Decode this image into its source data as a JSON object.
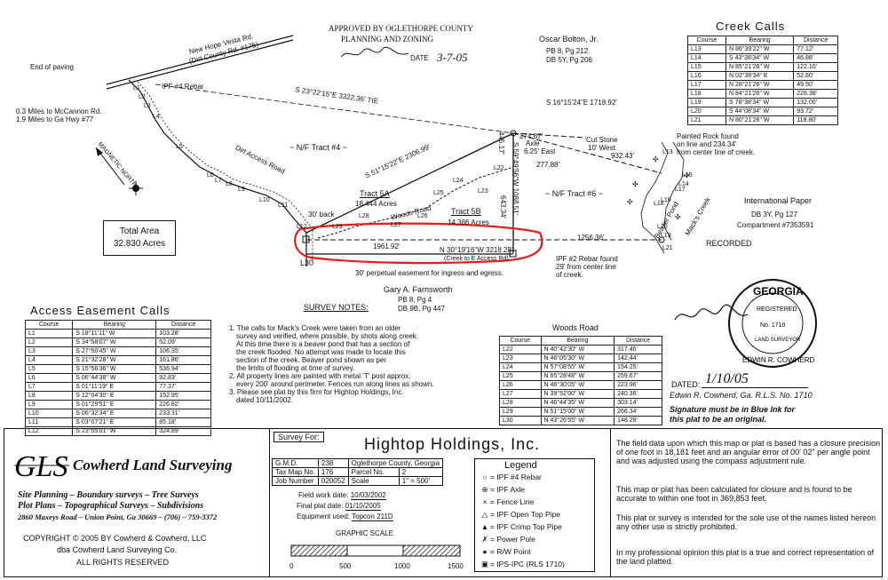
{
  "approval": {
    "line1": "APPROVED BY OGLETHORPE COUNTY",
    "line2": "PLANNING AND ZONING",
    "date_label": "DATE",
    "date_value": "3-7-05"
  },
  "owners": {
    "oscar_name": "Oscar Bolton, Jr.",
    "oscar_pb": "PB 8, Pg 212",
    "oscar_db": "DB 5Y, Pg 206",
    "gary_name": "Gary A. Farnsworth",
    "gary_pb": "PB 8, Pg 4",
    "gary_db": "DB 9B, Pg 447",
    "intl_name": "International Paper",
    "intl_db": "DB 3Y, Pg 127",
    "intl_comp": "Compartment #7353591"
  },
  "map_labels": {
    "road1": "New Hope Vesta Rd.",
    "road1_sub": "(Dirt County Rd. #175)",
    "end_paving": "End of paving",
    "ipf_rebar": "IPF #4 Rebar",
    "dist_mccannon": "0.3 Miles to McCannon Rd.",
    "dist_hwy": "1.9 Miles to Ga Hwy #77",
    "magnetic_north": "MAGNETIC NORTH",
    "tie_line": "S 23°22'15\"E 3322.36' TIE",
    "line_1718": "S 16°15'24\"E 1718.92'",
    "nf_tract4": "~ N/F Tract #4 ~",
    "nf_tract6": "~ N/F Tract #6 ~",
    "line_2306": "S 51°15'22\"E 2306.99'",
    "tract5a": "Tract 5A",
    "tract5a_acres": "18.444 Acres",
    "tract5b": "Tract 5B",
    "tract5b_acres": "14.386 Acres",
    "woods_road": "Woods Road",
    "dirt_access": "Dirt Access Road",
    "back30": "30' back",
    "dist_1961": "1961.92'",
    "line_3218": "N 30°19'16\"W 3218.28'",
    "creek_access": "(Creek to E Access Rd)",
    "easement": "30' perpetual easement for ingress and egress.",
    "dist_1256": "1256.36'",
    "line_1088": "S 59°49'56\"W 1088.51'",
    "dist_445": "445.17'",
    "dist_643": "643.34'",
    "dist_274": "274.87'",
    "dist_277": "277.88'",
    "dist_932": "932.43'",
    "axle": "Axle",
    "axle2": "6.25' East",
    "cut_stone": "Cut Stone",
    "cut_stone2": "10' West",
    "painted_rock": "Painted Rock found",
    "painted_rock2": "on line and 234.34'",
    "painted_rock3": "from center line of creek.",
    "beaver_pond": "Beaver Pond",
    "macks_creek": "Mack's Creek",
    "ipf_rebar2": "IPF #2 Rebar found",
    "ipf_rebar2b": "29' from center line",
    "ipf_rebar2c": "of creek.",
    "recorded": "RECORDED",
    "l30": "L30",
    "l1": "L1",
    "l2": "L2",
    "l3": "L3",
    "l4": "L4",
    "l5": "L5",
    "l6": "L6",
    "l7": "L7",
    "l8": "L8",
    "l9": "L9",
    "l10": "L10",
    "l11": "L11",
    "l12": "L12",
    "l13": "L13",
    "l14": "L14",
    "l15": "L15",
    "l16": "L16",
    "l17": "L17",
    "l18": "L18",
    "l19": "L19",
    "l20": "L20",
    "l21": "L21",
    "l22": "L22",
    "l23": "L23",
    "l24": "L24",
    "l25": "L25",
    "l26": "L26",
    "l27": "L27",
    "l28": "L28",
    "l29": "L29"
  },
  "total_area": {
    "label": "Total Area",
    "value": "32.830 Acres"
  },
  "creek_calls": {
    "title": "Creek Calls",
    "headers": [
      "Course",
      "Bearing",
      "Distance"
    ],
    "rows": [
      [
        "L13",
        "N 86°39'22\" W",
        "77.12'"
      ],
      [
        "L14",
        "S 43°38'34\" W",
        "46.86'"
      ],
      [
        "L15",
        "N 85°21'26\" W",
        "122.10'"
      ],
      [
        "L16",
        "N 02°38'34\" E",
        "52.80'"
      ],
      [
        "L17",
        "N 28°21'26\" W",
        "49.50'"
      ],
      [
        "L18",
        "N 84°21'26\" W",
        "226.38'"
      ],
      [
        "L19",
        "S 78°38'34\" W",
        "132.00'"
      ],
      [
        "L20",
        "S 44°08'34\" W",
        "93.72'"
      ],
      [
        "L21",
        "N 80°21'26\" W",
        "118.80'"
      ]
    ]
  },
  "access_calls": {
    "title": "Access Easement Calls",
    "headers": [
      "Course",
      "Bearing",
      "Distance"
    ],
    "rows": [
      [
        "L1",
        "S 18°11'11\" W",
        "103.28'"
      ],
      [
        "L2",
        "S 34°58'07\" W",
        "52.09'"
      ],
      [
        "L3",
        "S 27°50'45\" W",
        "106.35'"
      ],
      [
        "L4",
        "S 21°32'28\" W",
        "161.86'"
      ],
      [
        "L5",
        "S 15°56'36\" W",
        "536.94'"
      ],
      [
        "L6",
        "S 06°44'38\" W",
        "92.83'"
      ],
      [
        "L7",
        "S 01°11'19\" E",
        "77.37'"
      ],
      [
        "L8",
        "S 12°04'30\" E",
        "152.95'"
      ],
      [
        "L9",
        "S 01°29'51\" E",
        "226.82'"
      ],
      [
        "L10",
        "S 06°32'34\" E",
        "233.31'"
      ],
      [
        "L11",
        "S 03°07'21\" E",
        "85.18'"
      ],
      [
        "L12",
        "S 23°55'01\" W",
        "324.89'"
      ]
    ]
  },
  "woods_calls": {
    "title": "Woods Road",
    "headers": [
      "Course",
      "Bearing",
      "Distance"
    ],
    "rows": [
      [
        "L22",
        "N 40°42'30\" W",
        "317.46'"
      ],
      [
        "L23",
        "N 46°05'30\" W",
        "142.44'"
      ],
      [
        "L24",
        "N 57°08'55\" W",
        "154.25'"
      ],
      [
        "L25",
        "N 65°28'48\" W",
        "259.67'"
      ],
      [
        "L26",
        "N 46°30'05\" W",
        "223.96'"
      ],
      [
        "L27",
        "N 39°52'00\" W",
        "240.36'"
      ],
      [
        "L28",
        "N 46°44'35\" W",
        "303.14'"
      ],
      [
        "L29",
        "N 51°15'00\" W",
        "266.34'"
      ],
      [
        "L30",
        "N 43°26'55\" W",
        "148.29'"
      ]
    ]
  },
  "survey_notes": {
    "title": "SURVEY NOTES:",
    "n1a": "1.  The calls for Mack's Creek were taken from an older",
    "n1b": "survey and verified, where possible, by shots along creek.",
    "n1c": "At this time there is a beaver pond that has a section of",
    "n1d": "the creek flooded.  No attempt was made to locate this",
    "n1e": "section of the creek.  Beaver pond shown as per",
    "n1f": "the limits of flooding at time of survey.",
    "n2a": "2.  All property lines are painted with metal 'T' post approx.",
    "n2b": "every 200' around perimeter.  Fences run along lines as shown.",
    "n3a": "3.  Please see plat by this firm for Hightop Holdings, Inc.",
    "n3b": "dated 10/11/2002."
  },
  "signature": {
    "dated_label": "DATED:",
    "dated_value": "1/10/05",
    "surveyor": "Edwin R. Cowherd, Ga. R.L.S. No. 1710",
    "blue_ink1": "Signature must be in Blue Ink for",
    "blue_ink2": "this plat to be an original.",
    "seal_state": "GEORGIA",
    "seal_reg": "REGISTERED",
    "seal_no": "No. 1710",
    "seal_name": "EDWIN R. COWHERD",
    "seal_land": "LAND SURVEYOR"
  },
  "company": {
    "monogram": "GLS",
    "name": "Cowherd Land Surveying",
    "svc1": "Site Planning  –  Boundary surveys  –  Tree Surveys",
    "svc2": "Plot Plans  –  Topographical Surveys  –  Subdivisions",
    "svc3": "2860 Maxeys Road  –  Union Point, Ga 30669  –  (706)  –  759-3372",
    "copyright": "COPYRIGHT ©  2005 BY Cowherd & Cowherd, LLC",
    "dba": "dba Cowherd Land Surveying Co.",
    "rights": "ALL RIGHTS RESERVED"
  },
  "survey_info": {
    "survey_for_label": "Survey For:",
    "client": "Hightop Holdings, Inc.",
    "gmd_label": "G.M.D.",
    "gmd": "238",
    "county": "Oglethorpe County, Georgia",
    "tax_map_label": "Tax Map No.",
    "tax_map": "176",
    "parcel_label": "Parcel No.",
    "parcel": "2",
    "job_label": "Job Number",
    "job": "020052",
    "scale_label": "Scale",
    "scale": "1\" = 500'",
    "field_label": "Field work date:",
    "field": "10/03/2002",
    "final_label": "Final plat date:",
    "final": "01/10/2005",
    "equip_label": "Equipment used:",
    "equip": "Topcon 211D",
    "graphic_scale": "GRAPHIC SCALE",
    "scale_marks": [
      "0",
      "500",
      "1000",
      "1500"
    ]
  },
  "legend": {
    "title": "Legend",
    "items": [
      {
        "sym": "○",
        "text": "= IPF #4 Rebar"
      },
      {
        "sym": "⊕",
        "text": "= IPF Axle"
      },
      {
        "sym": "×",
        "text": "= Fence Line"
      },
      {
        "sym": "△",
        "text": "= IPF Open Top Pipe"
      },
      {
        "sym": "▲",
        "text": "= IPF Crimp Top Pipe"
      },
      {
        "sym": "✗",
        "text": "= Power Pole"
      },
      {
        "sym": "●",
        "text": "= R/W Point"
      },
      {
        "sym": "▣",
        "text": "= IPS-IPC  (RLS 1710)"
      }
    ]
  },
  "closure_notes": {
    "p1": "The field data upon which this map or plat is based has a closure precision of one foot in 18,181 feet and an angular error of 00' 02\" per angle point and was adjusted using the compass adjustment rule.",
    "p2": "This map or plat has been calculated for closure and is found to be accurate to within one foot in 369,853 feet.",
    "p3": "This plat or survey is intended for the sole use of the names listed hereon any other use is strictly prohibited.",
    "p4": "In my professional opinion this plat is a true and correct representation of the land platted."
  }
}
